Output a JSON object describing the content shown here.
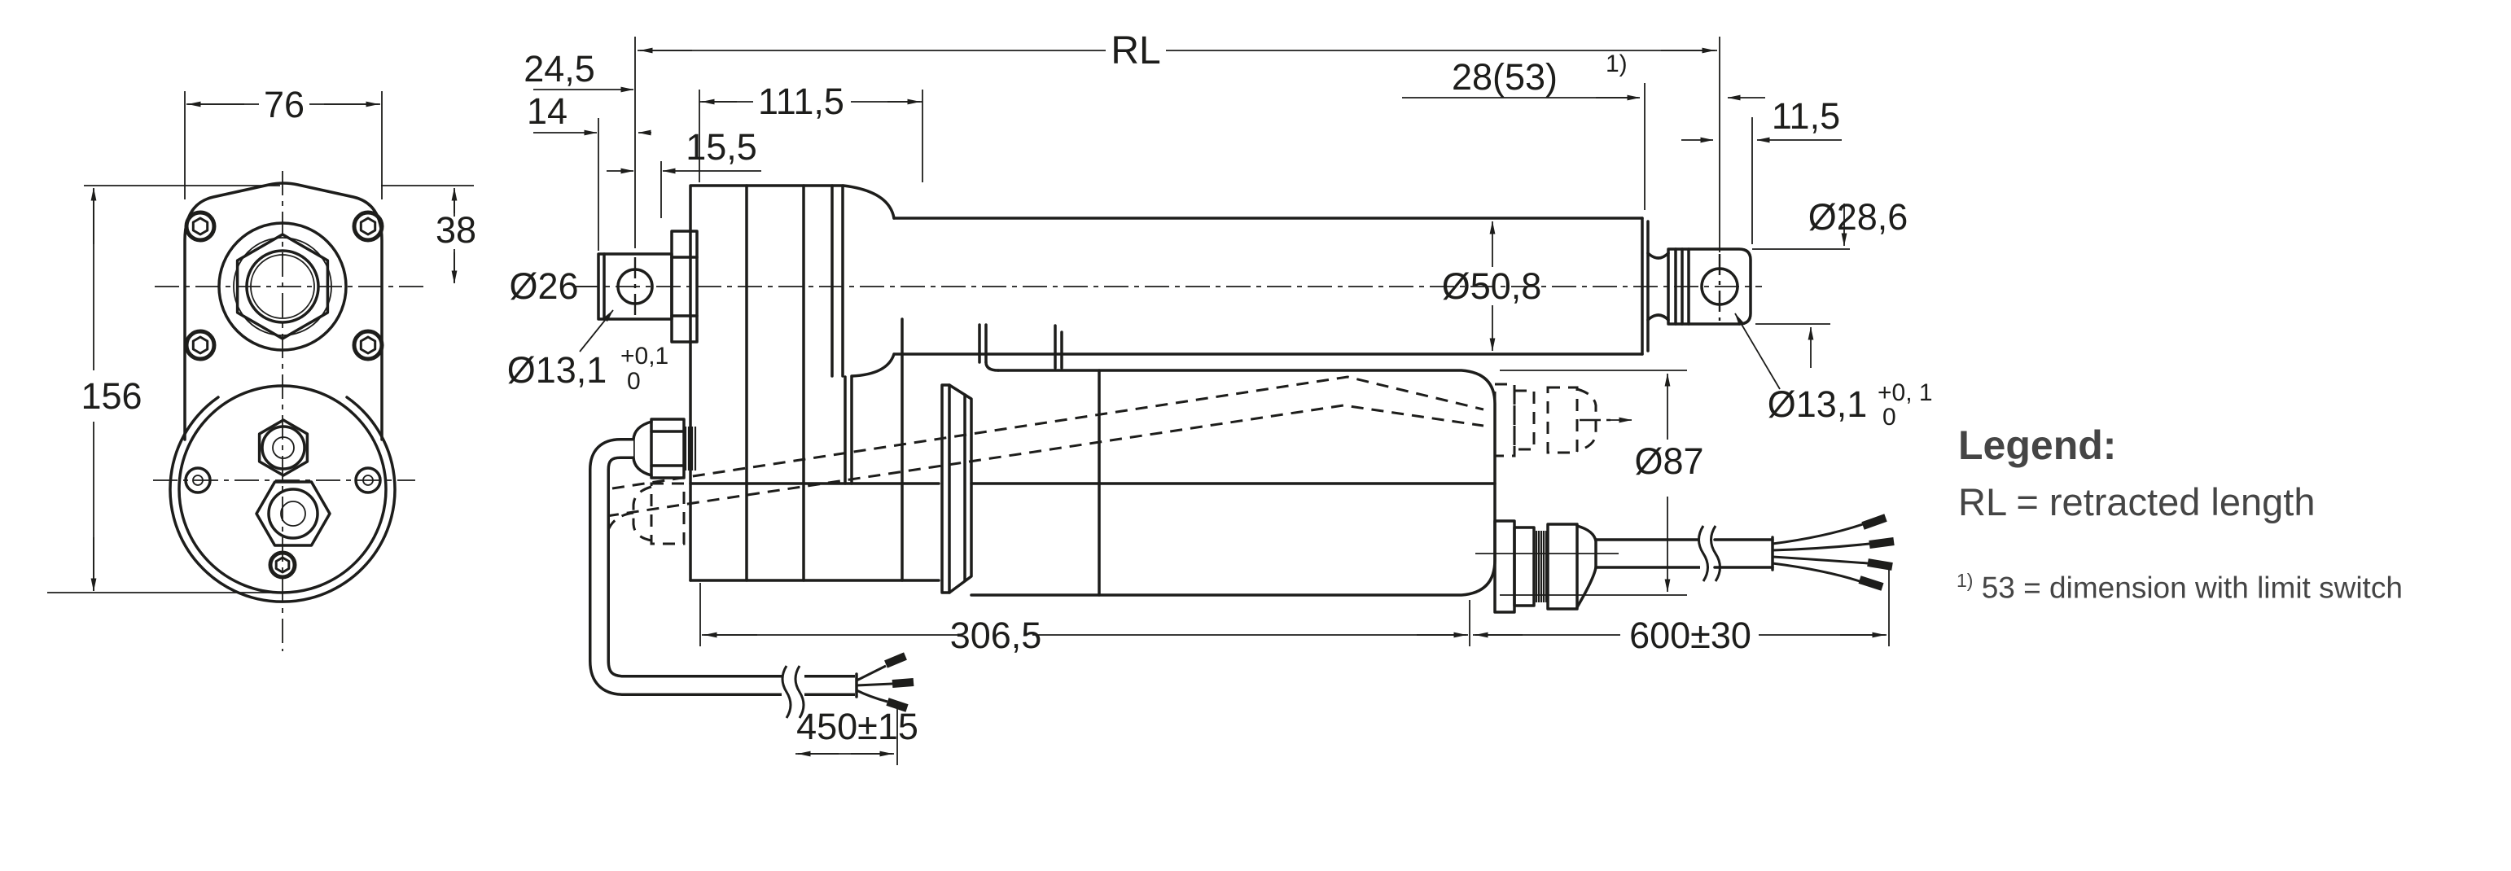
{
  "drawing": {
    "front_view": {
      "flange_width": "76",
      "total_height": "156",
      "axis_offset": "38"
    },
    "side_view": {
      "rear_offset": "24,5",
      "clevis_width": "14",
      "pivot_to_face": "15,5",
      "gearbox_length": "111,5",
      "retracted_length": "RL",
      "stroke_dim": "28(53)",
      "stroke_sup": "1)",
      "rod_end_length": "11,5",
      "rod_end_dia": "Ø28,6",
      "tube_dia": "Ø50,8",
      "motor_dia": "Ø87",
      "rear_eye_dia": "Ø26",
      "rear_hole_dia": "Ø13,1",
      "rear_hole_tol_upper": "+0,1",
      "rear_hole_tol_lower": "0",
      "front_hole_dia": "Ø13,1",
      "front_hole_tol_upper": "+0, 1",
      "front_hole_tol_lower": "0",
      "body_length": "306,5",
      "cable_rear_length": "450±15",
      "cable_front_length": "600±30"
    }
  },
  "legend": {
    "title": "Legend:",
    "rl_definition": "RL = retracted length",
    "footnote_sup": "1)",
    "footnote_text": "53 = dimension with limit switch"
  },
  "colors": {
    "line": "#1d1d1b",
    "legend_text": "#454545",
    "background": "#ffffff"
  }
}
